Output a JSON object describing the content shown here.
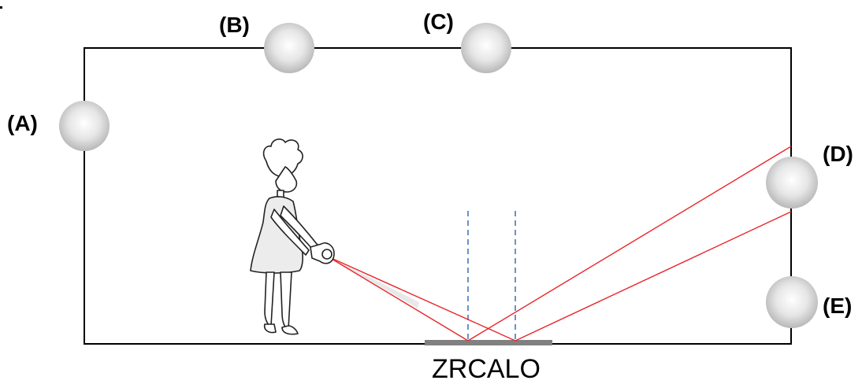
{
  "labels": {
    "a": "(A)",
    "b": "(B)",
    "c": "(C)",
    "d": "(D)",
    "e": "(E)"
  },
  "mirror": {
    "label": "ZRCALO"
  },
  "colors": {
    "room_outline": "#000000",
    "ray": "#e8262a",
    "normal_line": "#3b6fb5",
    "mirror": "#808080",
    "bulb_light": "#ffffff",
    "bulb_dark": "#b9b9b9"
  }
}
